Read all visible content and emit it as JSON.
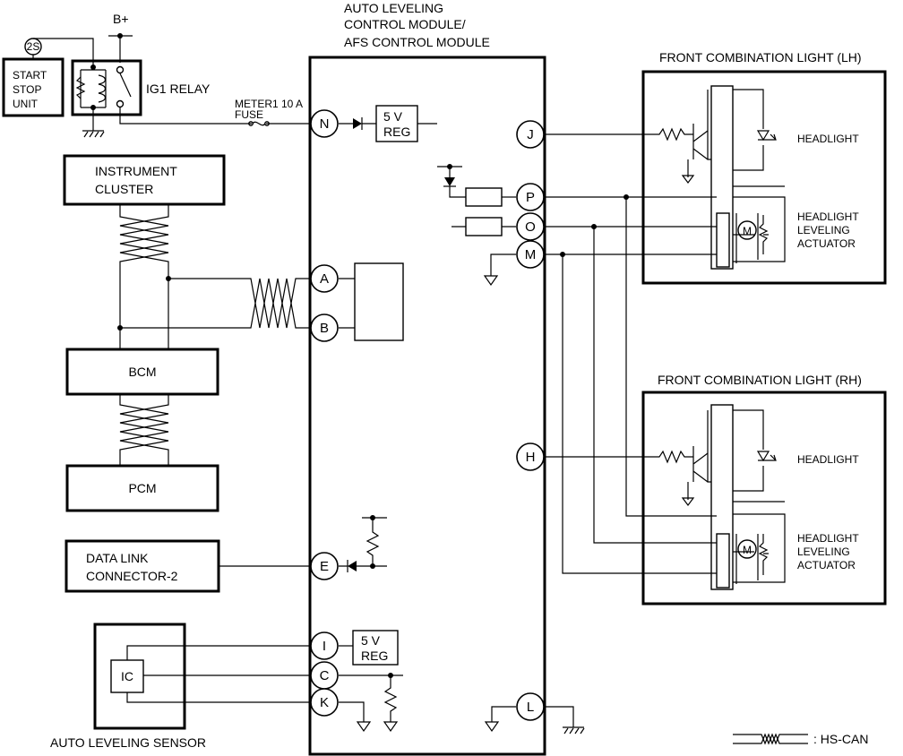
{
  "module": {
    "title_lines": [
      "AUTO LEVELING",
      "CONTROL MODULE/",
      "AFS CONTROL MODULE"
    ]
  },
  "b_plus": "B+",
  "start_stop": {
    "badge": "2S",
    "lines": [
      "START",
      "STOP",
      "UNIT"
    ]
  },
  "ig1_relay": "IG1 RELAY",
  "fuse": {
    "lines": [
      "METER1 10 A",
      "FUSE"
    ]
  },
  "reg_lines": [
    "5 V",
    "REG"
  ],
  "instrument_cluster": {
    "lines": [
      "INSTRUMENT",
      "CLUSTER"
    ]
  },
  "bcm": "BCM",
  "pcm": "PCM",
  "data_link": {
    "lines": [
      "DATA LINK",
      "CONNECTOR-2"
    ]
  },
  "sensor": {
    "ic": "IC",
    "label": "AUTO LEVELING SENSOR"
  },
  "pins": {
    "N": "N",
    "A": "A",
    "B": "B",
    "E": "E",
    "I": "I",
    "C": "C",
    "K": "K",
    "J": "J",
    "P": "P",
    "O": "O",
    "M": "M",
    "H": "H",
    "L": "L"
  },
  "lh": {
    "title": "FRONT COMBINATION LIGHT (LH)"
  },
  "rh": {
    "title": "FRONT COMBINATION LIGHT (RH)"
  },
  "headlight": "HEADLIGHT",
  "actuator_lines": [
    "HEADLIGHT",
    "LEVELING",
    "ACTUATOR"
  ],
  "motor": "M",
  "legend": {
    "text": ": HS-CAN"
  }
}
